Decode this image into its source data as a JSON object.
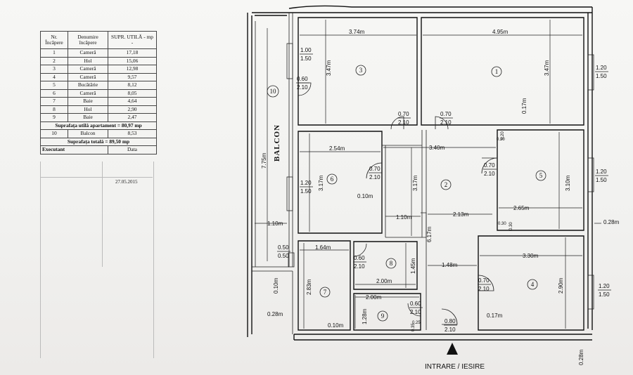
{
  "table": {
    "headers": [
      "Nr. Încăpere",
      "Denumire încăpere",
      "SUPR. UTILĂ - mp -"
    ],
    "rows": [
      [
        "1",
        "Cameră",
        "17,18"
      ],
      [
        "2",
        "Hol",
        "15,06"
      ],
      [
        "3",
        "Cameră",
        "12,98"
      ],
      [
        "4",
        "Cameră",
        "9,57"
      ],
      [
        "5",
        "Bucătărie",
        "8,12"
      ],
      [
        "6",
        "Cameră",
        "8,05"
      ],
      [
        "7",
        "Baie",
        "4,64"
      ],
      [
        "8",
        "Hol",
        "2,90"
      ],
      [
        "9",
        "Baie",
        "2,47"
      ]
    ],
    "total_useful": "Suprafața utilă apartament = 80,97 mp",
    "balcony_row": [
      "10",
      "Balcon",
      "8,53"
    ],
    "total": "Suprafața totală = 89,50 mp",
    "executant_label": "Executant",
    "date_label": "Data",
    "date_value": "27.05.2015"
  },
  "plan": {
    "balcony_label": "BALCON",
    "entry_label": "INTRARE / IESIRE",
    "rooms": [
      "1",
      "2",
      "3",
      "4",
      "5",
      "6",
      "7",
      "8",
      "9",
      "10"
    ],
    "dims": {
      "r3_w": "3.74m",
      "r1_w": "4.95m",
      "r3_h": "3.47m",
      "r1_h": "3.47m",
      "r6_w": "2.54m",
      "hall_w": "3.40m",
      "r6_h": "3.17m",
      "hall_h": "3.17m",
      "r5_w": "2.65m",
      "r5_h": "3.10m",
      "hall_mid": "2.13m",
      "hall_len": "6.17m",
      "r4_w": "3.30m",
      "r4_h": "2.90m",
      "r7_w": "1.64m",
      "r7_h": "2.83m",
      "r8_w": "2.00m",
      "r8_h": "1.45m",
      "r9_w": "2.00m",
      "r9_h": "1.28m",
      "bal_h": "7.75m",
      "bal_w": "1.10m",
      "h_110": "1.10m",
      "h_148": "1.48m",
      "t_017a": "0.17m",
      "t_017b": "0.17m",
      "t_010a": "0.10m",
      "t_010b": "0.10m",
      "t_010c": "0.10m",
      "t_028a": "0.28m",
      "t_028b": "0.28m",
      "t_028c": "0.28m",
      "t_020": "0.20",
      "t_020b": "0.20",
      "t_030": "0.30",
      "t_030b": "0.30",
      "t_035": "0.35",
      "t_025": "0.25"
    },
    "openings": {
      "w3_top": "1.00",
      "w3_bot": "1.50",
      "d3_top": "0.60",
      "d3_bot": "2.10",
      "dA_top": "0.70",
      "dA_bot": "2.10",
      "dB_top": "0.70",
      "dB_bot": "2.10",
      "w1_top": "1.20",
      "w1_bot": "1.50",
      "d6_top": "0.70",
      "d6_bot": "2.10",
      "d5_top": "0.70",
      "d5_bot": "2.10",
      "w6_top": "1.20",
      "w6_bot": "1.50",
      "w5_top": "1.20",
      "w5_bot": "1.50",
      "w7_top": "0.50",
      "w7_bot": "0.50",
      "d8_top": "0.60",
      "d8_bot": "2.10",
      "d4_top": "0.70",
      "d4_bot": "2.10",
      "w4_top": "1.20",
      "w4_bot": "1.50",
      "d9_top": "0.60",
      "d9_bot": "2.10",
      "de_top": "0.80",
      "de_bot": "2.10"
    }
  }
}
